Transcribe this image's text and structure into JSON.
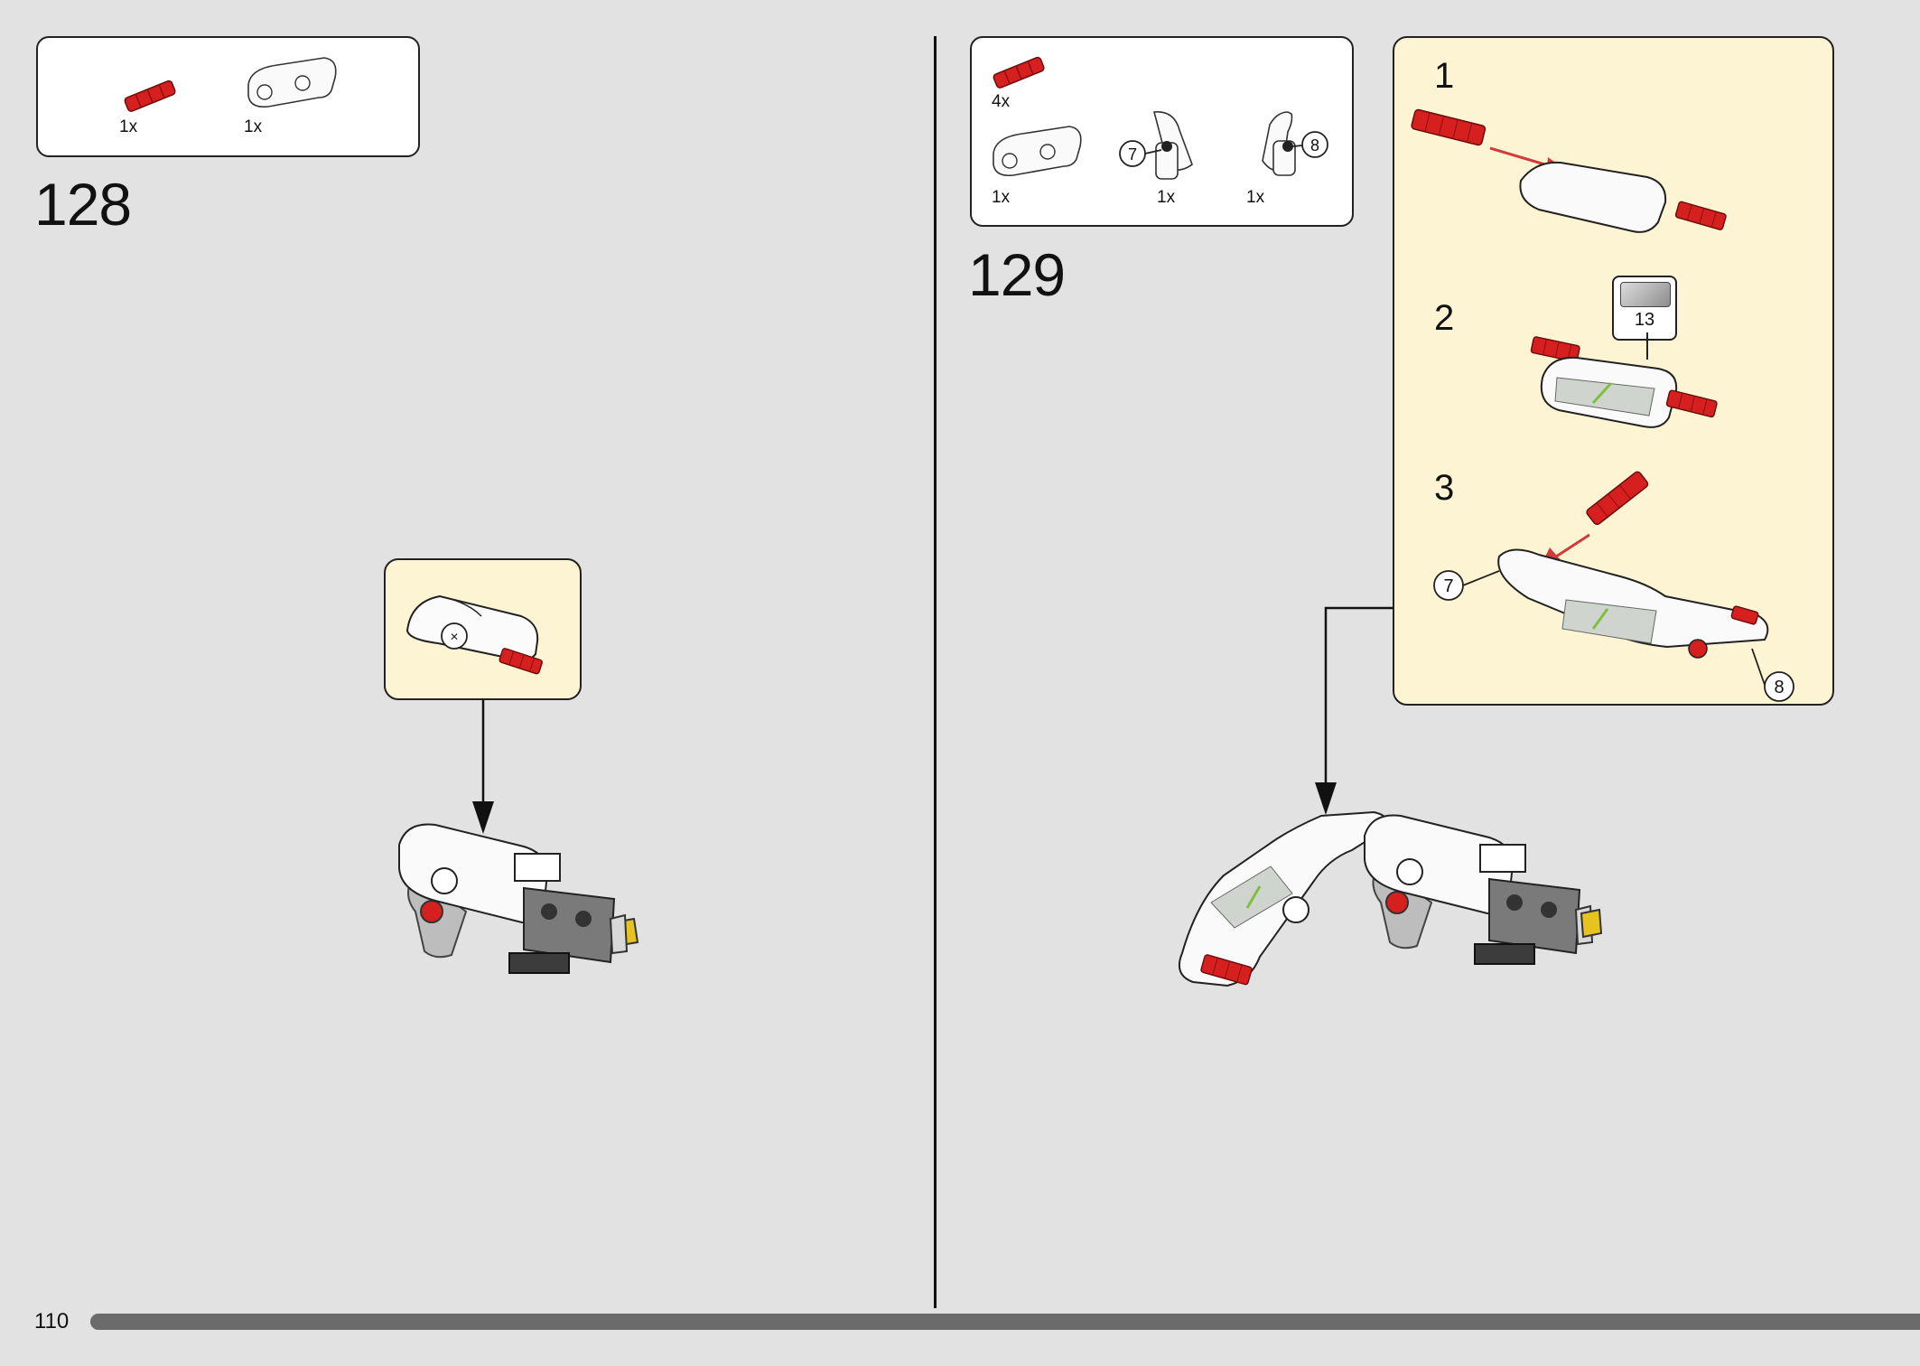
{
  "page": {
    "number": "110"
  },
  "step128": {
    "number": "128",
    "parts": [
      {
        "qty": "1x",
        "icon": "red-axle-pin-icon"
      },
      {
        "qty": "1x",
        "icon": "white-curved-panel-icon"
      }
    ]
  },
  "step129": {
    "number": "129",
    "parts": [
      {
        "qty": "4x",
        "icon": "red-axle-pin-icon"
      },
      {
        "qty": "1x",
        "icon": "white-curved-panel-icon"
      },
      {
        "qty": "1x",
        "icon": "white-panel-7-icon",
        "callout": "7"
      },
      {
        "qty": "1x",
        "icon": "white-panel-8-icon",
        "callout": "8"
      }
    ],
    "substeps": [
      {
        "label": "1"
      },
      {
        "label": "2",
        "sticker": "13"
      },
      {
        "label": "3",
        "callouts": [
          "7",
          "8"
        ]
      }
    ]
  },
  "colors": {
    "background": "#e2e2e2",
    "callout_fill": "#fdf4d3",
    "part_red": "#d61f1f",
    "arrow_red": "#d33a3a",
    "progress_bar": "#6b6b6b"
  }
}
